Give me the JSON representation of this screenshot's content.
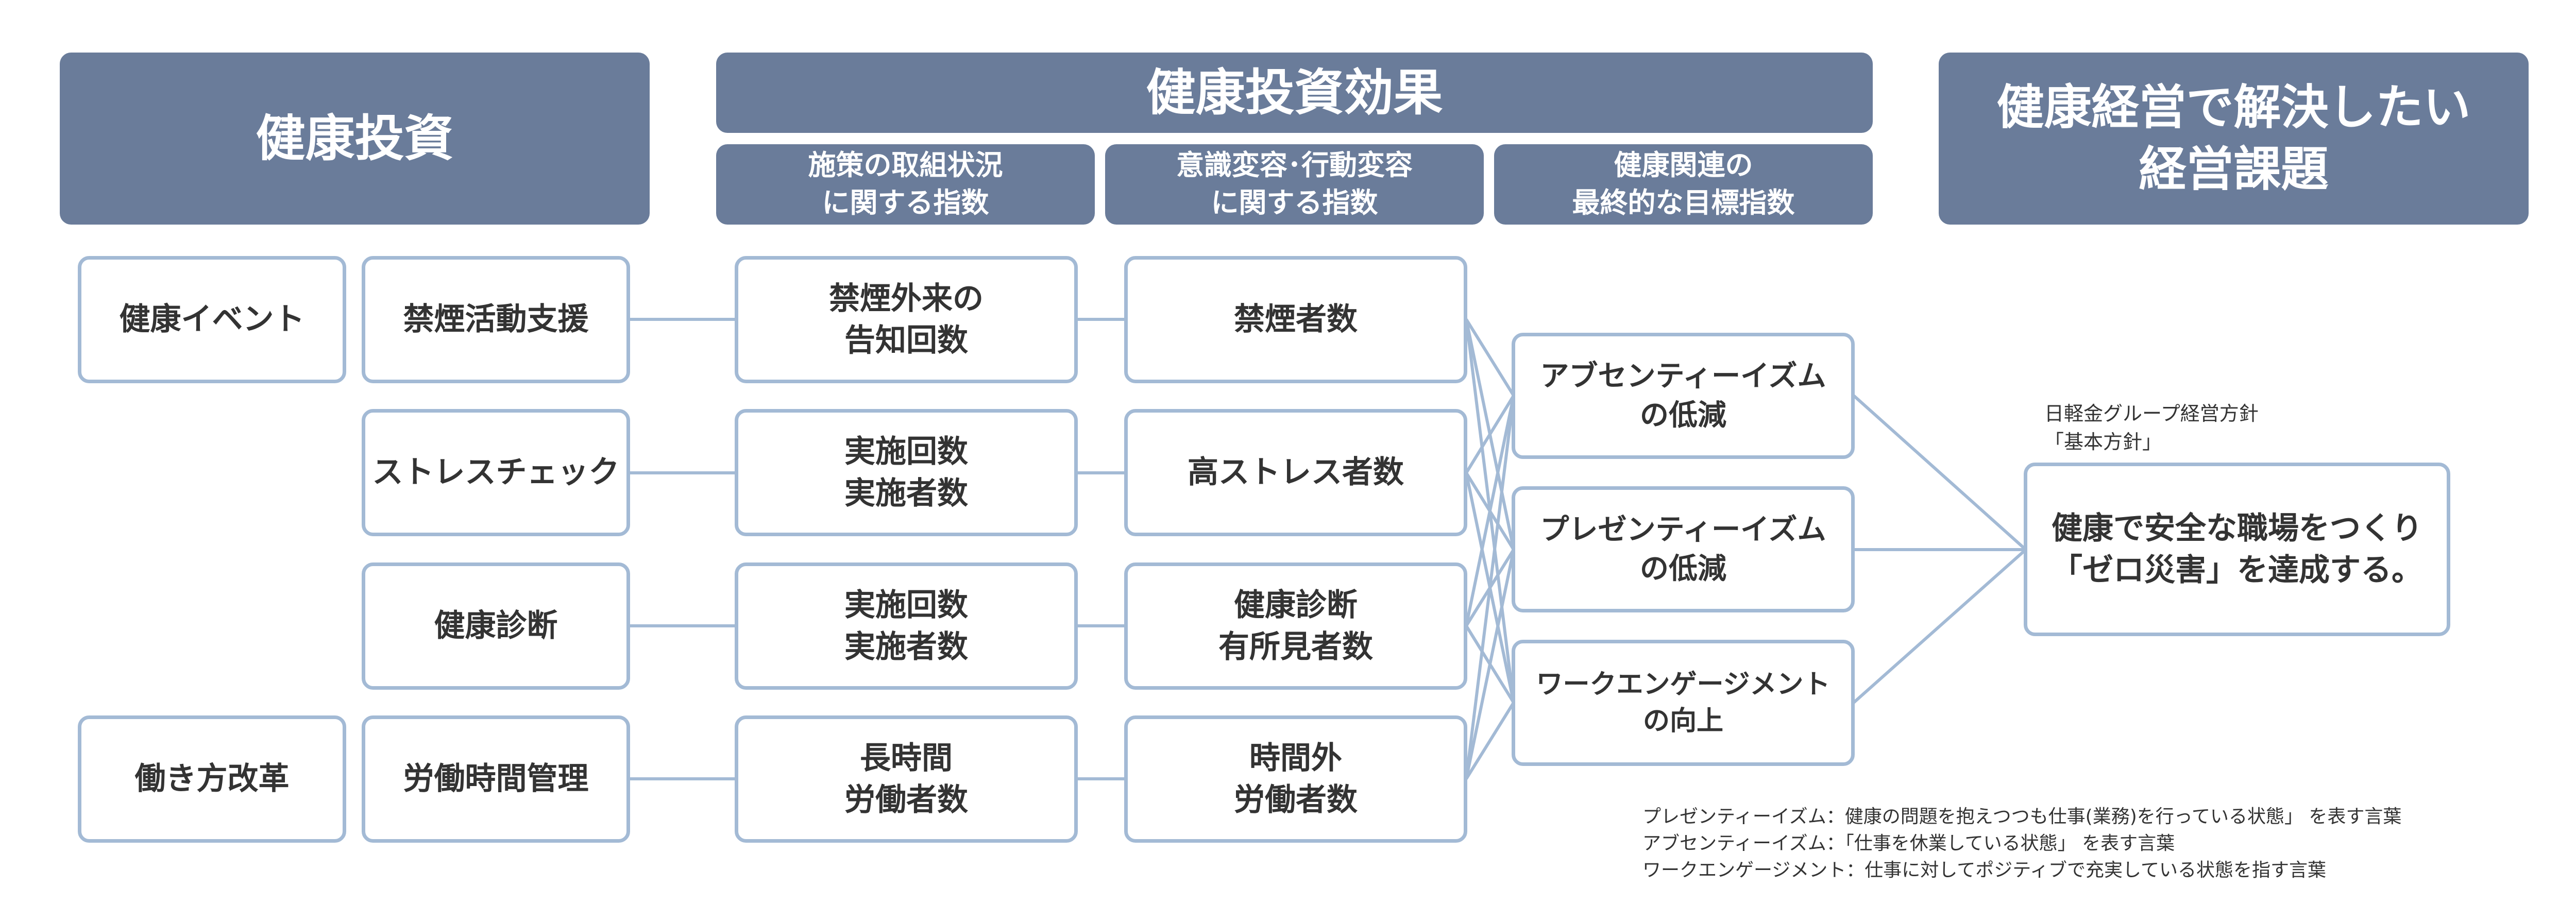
{
  "colors": {
    "header_bg": "#6a7c9a",
    "box_border": "#a3bad5",
    "connector": "#a3bad5",
    "text": "#333333"
  },
  "headers": {
    "health_investment": "健康投資",
    "investment_effect": "健康投資効果",
    "policy_index": "施策の取組状況\nに関する指数",
    "awareness_index": "意識変容･行動変容\nに関する指数",
    "final_index": "健康関連の\n最終的な目標指数",
    "management_issue": "健康経営で解決したい\n経営課題"
  },
  "nodes": {
    "health_event": "健康イベント",
    "work_reform": "働き方改革",
    "smoking_support": "禁煙活動支援",
    "stress_check": "ストレスチェック",
    "health_checkup": "健康診断",
    "work_hours": "労働時間管理",
    "smoking_clinic": "禁煙外来の\n告知回数",
    "stress_counts": "実施回数\n実施者数",
    "checkup_counts": "実施回数\n実施者数",
    "long_hours": "長時間\n労働者数",
    "quitters": "禁煙者数",
    "high_stress": "高ストレス者数",
    "checkup_findings": "健康診断\n有所見者数",
    "overtime": "時間外\n労働者数",
    "absenteeism": "アブセンティーイズム\nの低減",
    "presenteeism": "プレゼンティーイズム\nの低減",
    "engagement": "ワークエンゲージメント\nの向上",
    "goal": "健康で安全な職場をつくり\n「ゼロ災害」を達成する。"
  },
  "goal_caption": "日軽金グループ経営方針\n「基本方針」",
  "footnotes": [
    "プレゼンティーイズム：健康の問題を抱えつつも仕事(業務)を行っている状態」 を表す言葉",
    "アブセンティーイズム：「仕事を休業している状態」 を表す言葉",
    "ワークエンゲージメント：仕事に対してポジティブで充実している状態を指す言葉"
  ]
}
